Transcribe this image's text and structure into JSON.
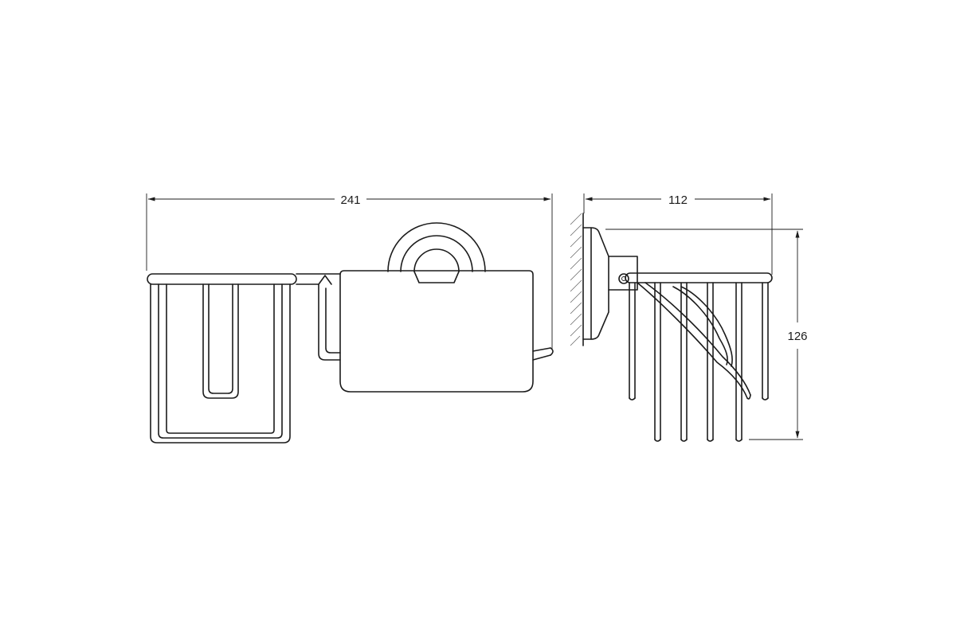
{
  "dimensions": {
    "width_label": "241",
    "depth_label": "112",
    "height_label": "126"
  }
}
